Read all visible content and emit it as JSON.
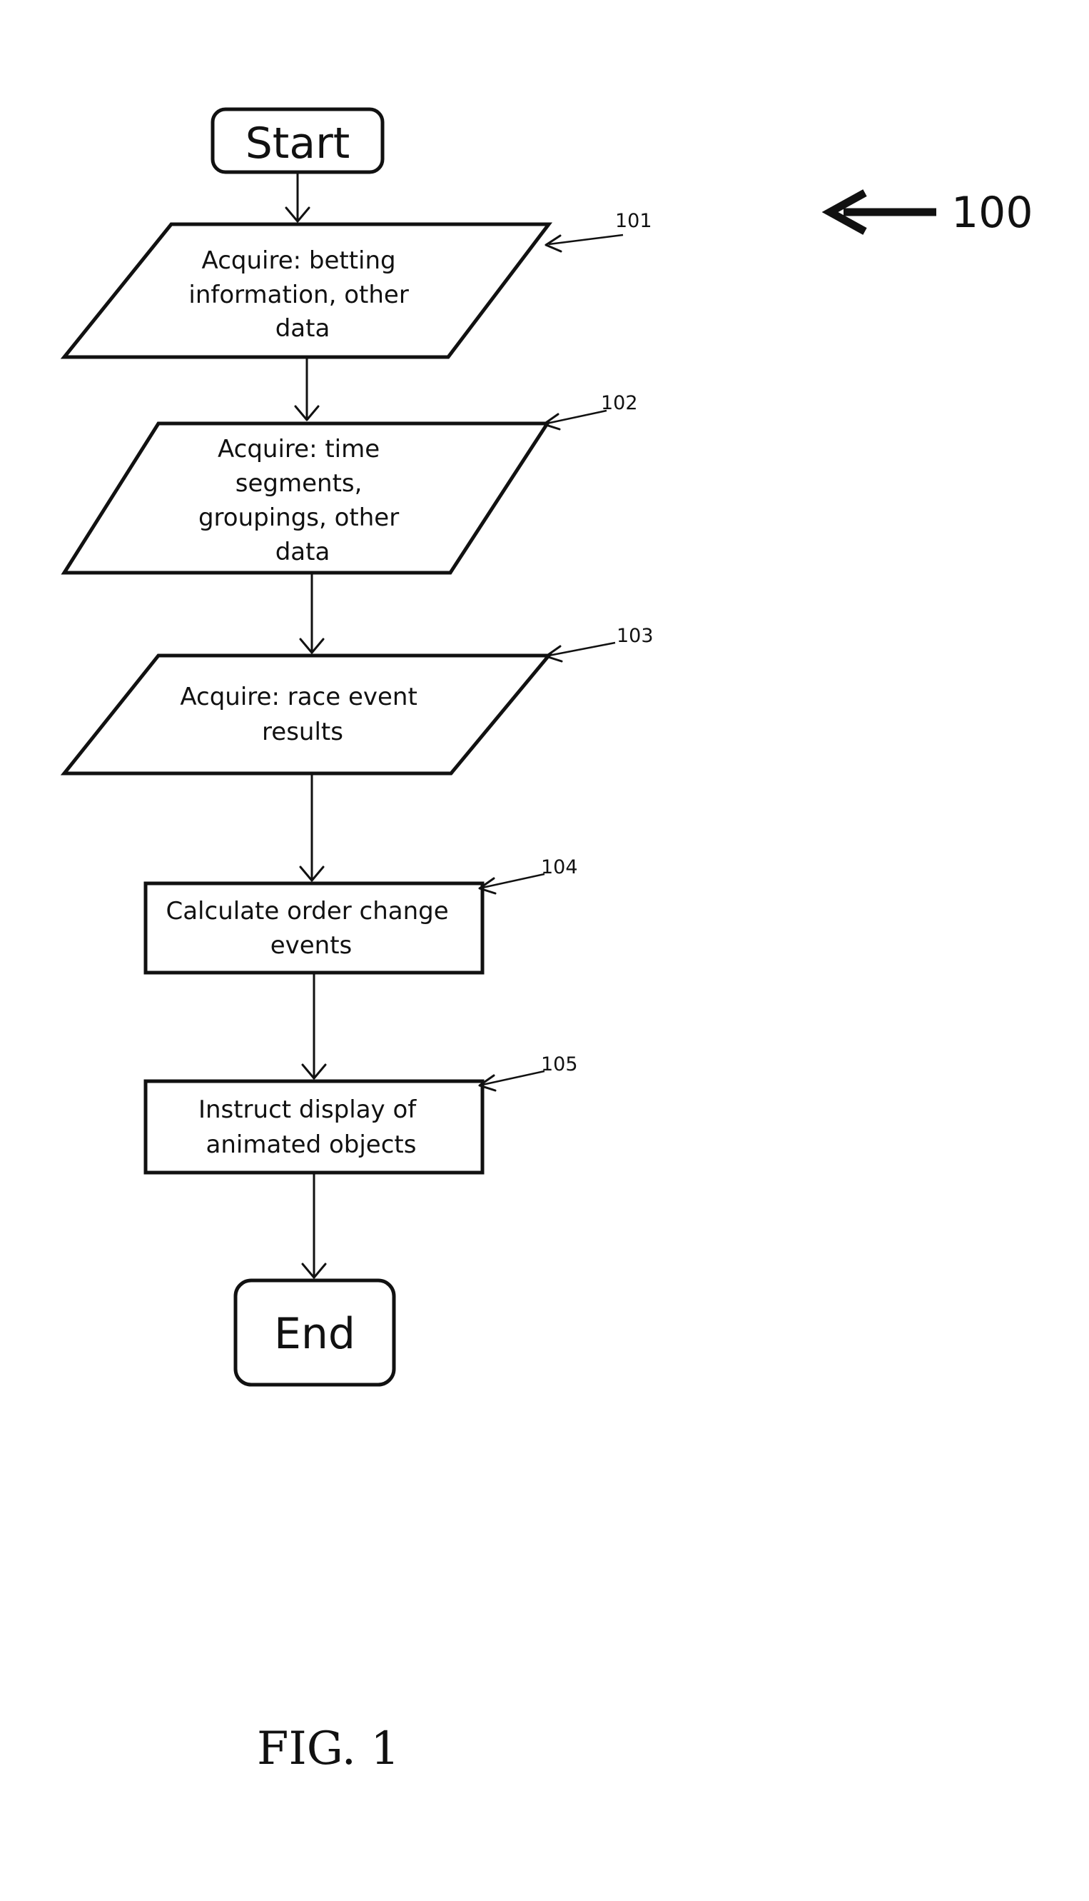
{
  "figure_ref": "100",
  "caption": "FIG. 1",
  "nodes": {
    "start": {
      "label": "Start"
    },
    "n101": {
      "ref": "101",
      "lines": [
        "Acquire: betting",
        "information, other",
        "data"
      ]
    },
    "n102": {
      "ref": "102",
      "lines": [
        "Acquire: time",
        "segments,",
        "groupings, other",
        "data"
      ]
    },
    "n103": {
      "ref": "103",
      "lines": [
        "Acquire: race event",
        "results"
      ]
    },
    "n104": {
      "ref": "104",
      "lines": [
        "Calculate order change",
        "events"
      ]
    },
    "n105": {
      "ref": "105",
      "lines": [
        "Instruct display of",
        "animated objects"
      ]
    },
    "end": {
      "label": "End"
    }
  }
}
